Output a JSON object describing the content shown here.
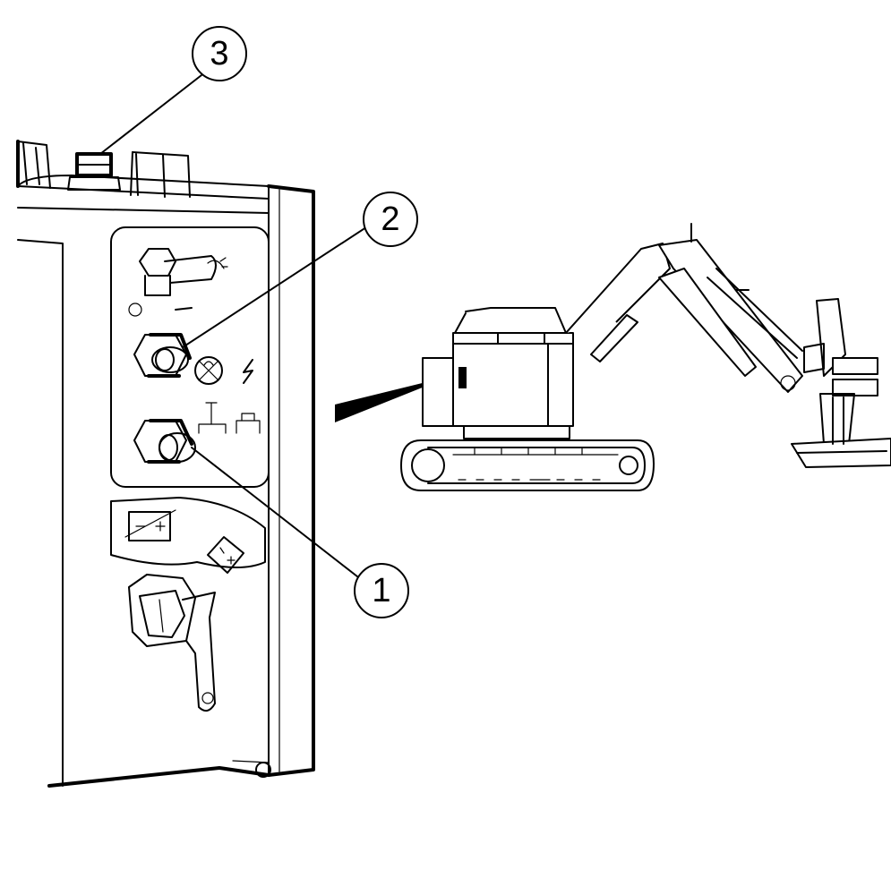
{
  "callouts": [
    {
      "number": "1"
    },
    {
      "number": "2"
    },
    {
      "number": "3"
    }
  ],
  "icons": {
    "switch_1": "battery-disconnect-switch",
    "switch_2": "engine-shutdown-switch",
    "toggle": "work-light-toggle",
    "battery_symbols": "battery-icon",
    "machine": "tracked-feller-buncher"
  },
  "colors": {
    "line": "#000000",
    "background": "#ffffff"
  }
}
